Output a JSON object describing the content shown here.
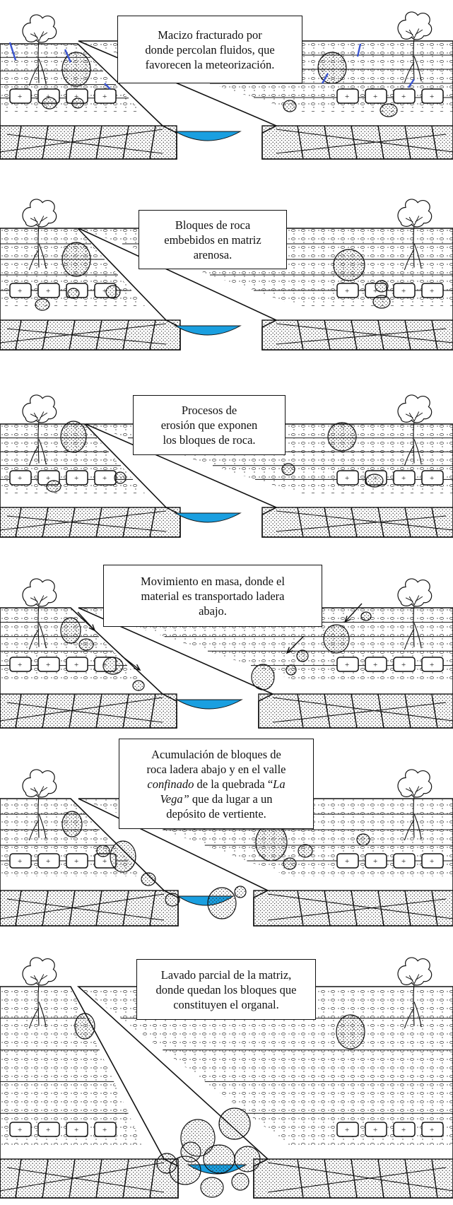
{
  "panels": [
    {
      "step": 1,
      "caption_lines": [
        "Macizo fracturado por",
        "donde percolan fluidos, que",
        "favorecen la meteorización."
      ]
    },
    {
      "step": 2,
      "caption_lines": [
        "Bloques de roca",
        "embebidos en matriz",
        "arenosa."
      ]
    },
    {
      "step": 3,
      "caption_lines": [
        "Procesos de",
        "erosión que exponen",
        "los bloques de roca."
      ]
    },
    {
      "step": 4,
      "caption_lines": [
        "Movimiento en masa, donde el",
        "material es transportado ladera",
        "abajo."
      ]
    },
    {
      "step": 5,
      "caption_parts": {
        "l1": "Acumulación de bloques de",
        "l2": "roca ladera abajo y en el valle",
        "l3_italic": "confinado",
        "l3_rest": " de la quebrada “",
        "l3_italic2": "La",
        "l4_italic": "Vega”",
        "l4_rest": " que da lugar a un",
        "l5": "depósito de vertiente."
      }
    },
    {
      "step": 6,
      "caption_lines": [
        "Lavado parcial de la matriz,",
        "donde quedan los bloques que",
        "constituyen el organal."
      ]
    }
  ],
  "colors": {
    "water": "#1a9fe0",
    "line": "#111111",
    "fracture_fluid": "#3a55d0"
  },
  "icons": [
    "tree-icon",
    "arrow-down-right-icon",
    "arrow-down-left-icon"
  ]
}
